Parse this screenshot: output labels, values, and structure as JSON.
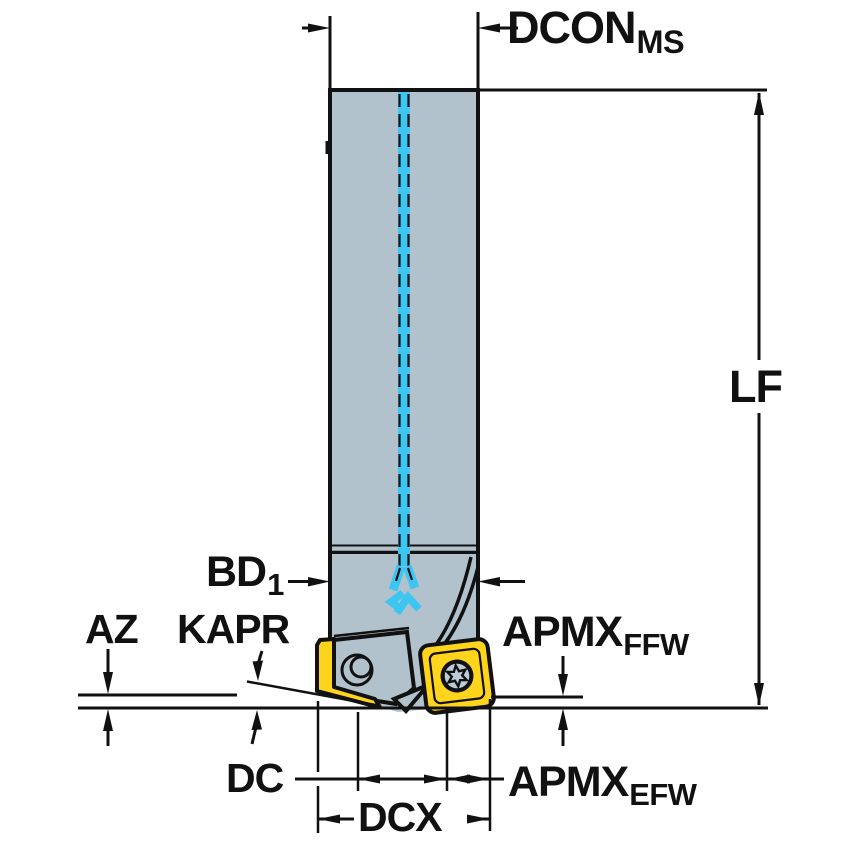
{
  "labels": {
    "dcon_ms": {
      "main": "DCON",
      "sub": "MS"
    },
    "lf": {
      "main": "LF"
    },
    "bd1": {
      "main": "BD",
      "sub": "1"
    },
    "az": {
      "main": "AZ"
    },
    "kapr": {
      "main": "KAPR"
    },
    "apmx_ffw": {
      "main": "APMX",
      "sub": "FFW"
    },
    "dc": {
      "main": "DC"
    },
    "apmx_efw": {
      "main": "APMX",
      "sub": "EFW"
    },
    "dcx": {
      "main": "DCX"
    }
  },
  "colors": {
    "body": "#b1c2cc",
    "body_light": "#bccbd5",
    "insert_yellow": "#ffd41c",
    "axis_cyan": "#3ec6f2",
    "line": "#111111",
    "background": "#ffffff"
  }
}
